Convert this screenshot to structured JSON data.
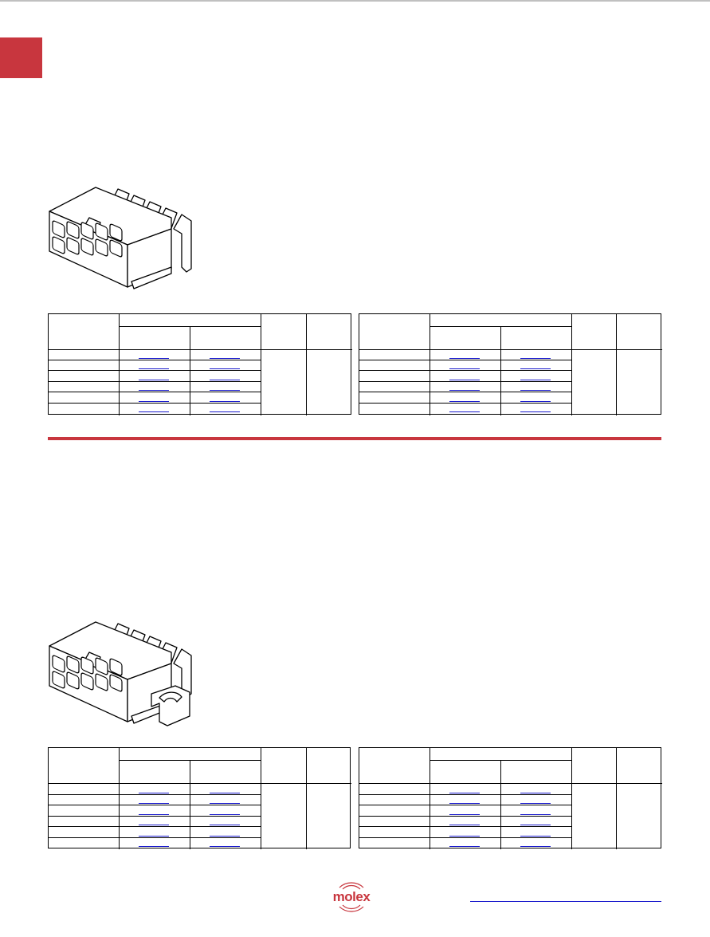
{
  "page": {
    "accent_color": "#c8363e",
    "link_color": "#1a1acc",
    "rule_color": "#c8363e"
  },
  "logo": {
    "text": "molex",
    "icon": "molex-logo-icon"
  },
  "sections": [
    {
      "connector_icon": "right-angle-header-10-circuit-icon",
      "tables": [
        {
          "rows": 6,
          "link_rows": 6
        },
        {
          "rows": 6,
          "link_rows": 6
        }
      ]
    },
    {
      "connector_icon": "right-angle-header-with-peg-10-circuit-icon",
      "tables": [
        {
          "rows": 6,
          "link_rows": 6
        },
        {
          "rows": 6,
          "link_rows": 6
        }
      ]
    }
  ]
}
